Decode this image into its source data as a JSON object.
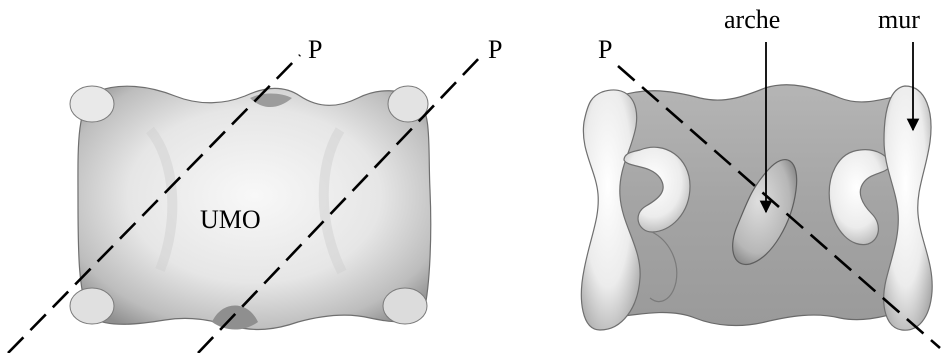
{
  "labels": {
    "plane_left_a": "P",
    "plane_left_b": "P",
    "plane_right": "P",
    "arch": "arche",
    "wall": "mur",
    "center": "UMO"
  },
  "colors": {
    "outline": "#000000",
    "surface_light": "#f2f2f2",
    "surface_mid": "#cfcfcf",
    "surface_dark": "#8a8a8a"
  }
}
